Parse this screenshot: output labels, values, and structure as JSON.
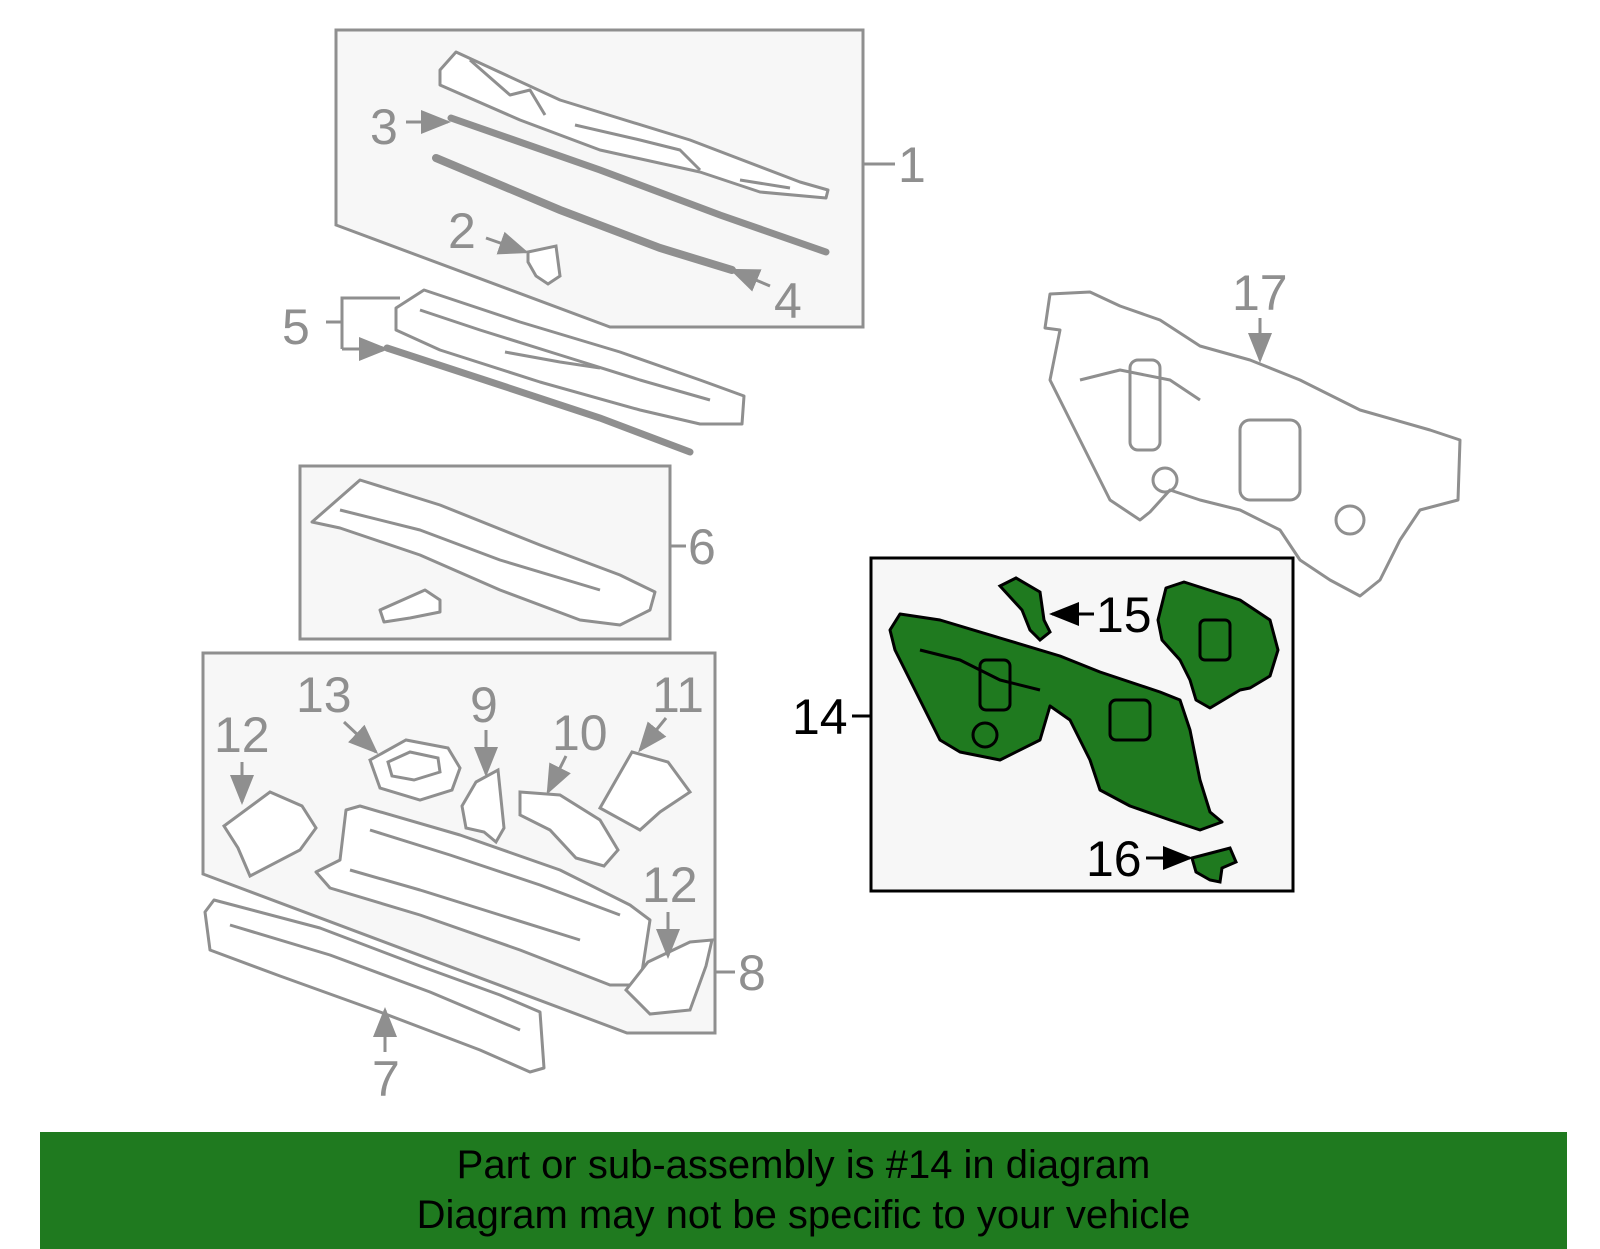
{
  "colors": {
    "part_gray": "#8f8f8f",
    "box_fill": "#f7f7f7",
    "highlight_green": "#1f7a1f",
    "banner_green": "#1f7a1f",
    "text_dark": "#000000"
  },
  "callouts": {
    "c1": "1",
    "c2": "2",
    "c3": "3",
    "c4": "4",
    "c5": "5",
    "c6": "6",
    "c7": "7",
    "c8": "8",
    "c9": "9",
    "c10": "10",
    "c11": "11",
    "c12a": "12",
    "c12b": "12",
    "c13": "13",
    "c14": "14",
    "c15": "15",
    "c16": "16",
    "c17": "17"
  },
  "banner": {
    "line1": "Part or sub-assembly is #14 in diagram",
    "line2": "Diagram may not be specific to your vehicle"
  }
}
